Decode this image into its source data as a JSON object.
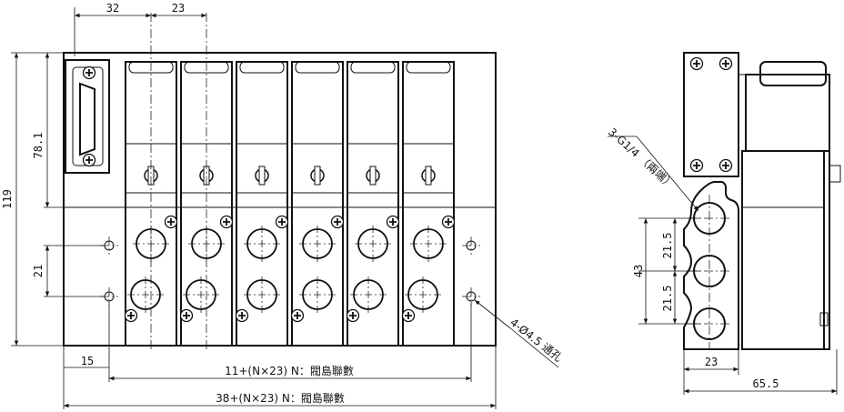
{
  "front_view": {
    "dim_top_pitch": "32",
    "dim_top_valve": "23",
    "dim_height_total": "119",
    "dim_height_upper": "78.1",
    "dim_port_spacing": "21",
    "dim_left_offset": "15",
    "dim_bottom_inner": "11+(N×23) N：閥島聯數",
    "dim_bottom_outer": "38+(N×23) N：閥島聯數",
    "hole_note": "4-Ø4.5 通孔",
    "valve_count": 6
  },
  "side_view": {
    "port_note": "3-G1/4 （兩端）",
    "dim_port_upper": "21.5",
    "dim_port_lower": "21.5",
    "dim_port_total": "43",
    "dim_base_width": "23",
    "dim_total_width": "65.5"
  }
}
